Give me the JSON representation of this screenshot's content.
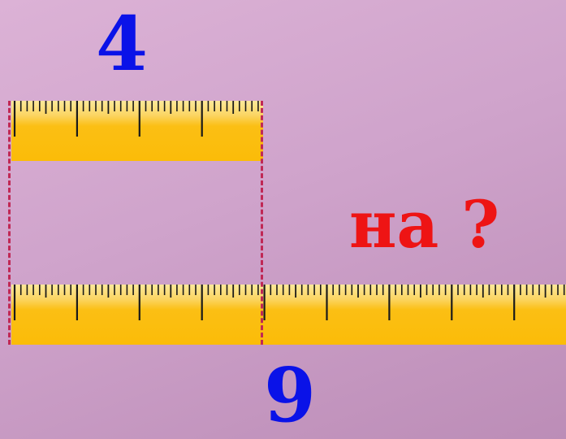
{
  "labels": {
    "top_number": "4",
    "bottom_number": "9",
    "question": "на ?"
  },
  "colors": {
    "number_color": "#0a12e8",
    "question_color": "#ee1414",
    "dash_color": "#c02855",
    "tick_color": "#1a1a1a"
  },
  "rulers": {
    "short_units": 4,
    "long_units": 9,
    "minor_ticks_per_unit": 10
  }
}
